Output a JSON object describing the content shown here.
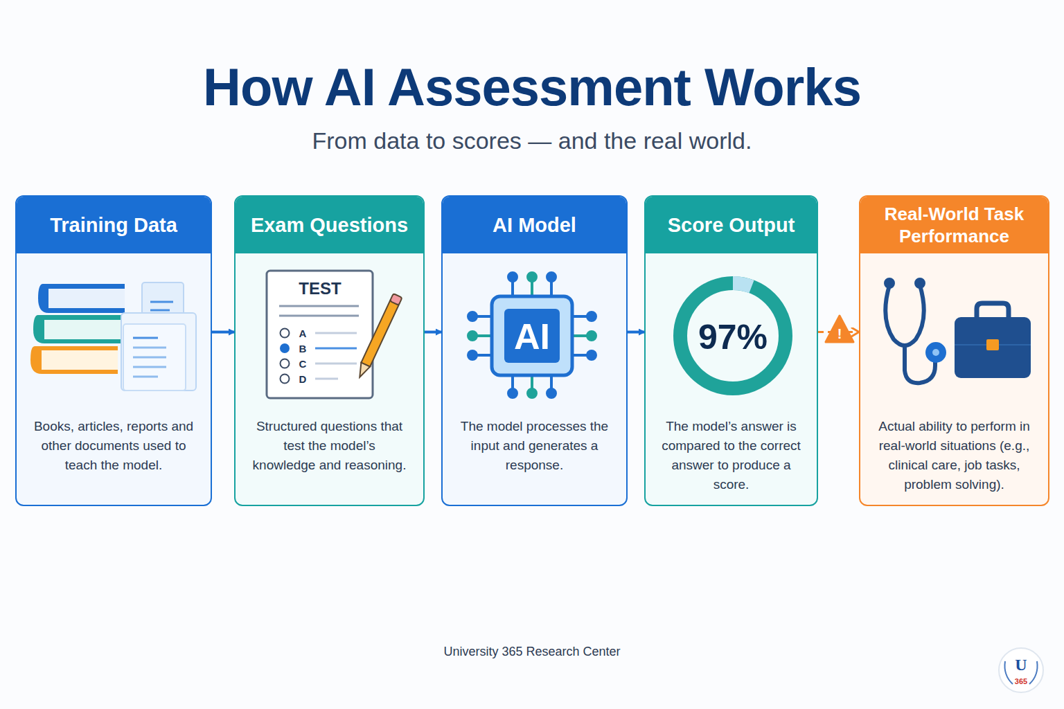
{
  "diagram": {
    "title": "How AI Assessment Works",
    "nodes": [
      {
        "text": [
          "Training Data",
          "Books, articles, reports and other documents used to teach the model."
        ]
      },
      {
        "text": [
          "Exam Questions",
          "Structured questions that test the model’s knowledge and reasoning."
        ]
      },
      {
        "text": [
          "AI Model",
          "The model processes the input and generates a response."
        ]
      },
      {
        "text": [
          "Score Output",
          "The model’s answer is compared to the correct answer to produce a score."
        ]
      },
      {
        "text": [
          "Real-World Task Performance",
          "Actual ability to perform in real-world situations (e.g., clinical care, job tasks, problem solving)."
        ]
      }
    ],
    "edges": [
      {
        "from": 0,
        "to": 1,
        "arrow": "to"
      },
      {
        "from": 1,
        "to": 2,
        "arrow": "to"
      },
      {
        "from": 2,
        "to": 3,
        "arrow": "to"
      },
      {
        "from": 3,
        "to": 4,
        "arrow": "to"
      }
    ],
    "labels": [
      "From data to scores — and the real world.",
      "TEST",
      "A",
      "B",
      "C",
      "D",
      "AI",
      "97%",
      "!",
      "University 365 Research Center",
      "U",
      "365"
    ]
  }
}
